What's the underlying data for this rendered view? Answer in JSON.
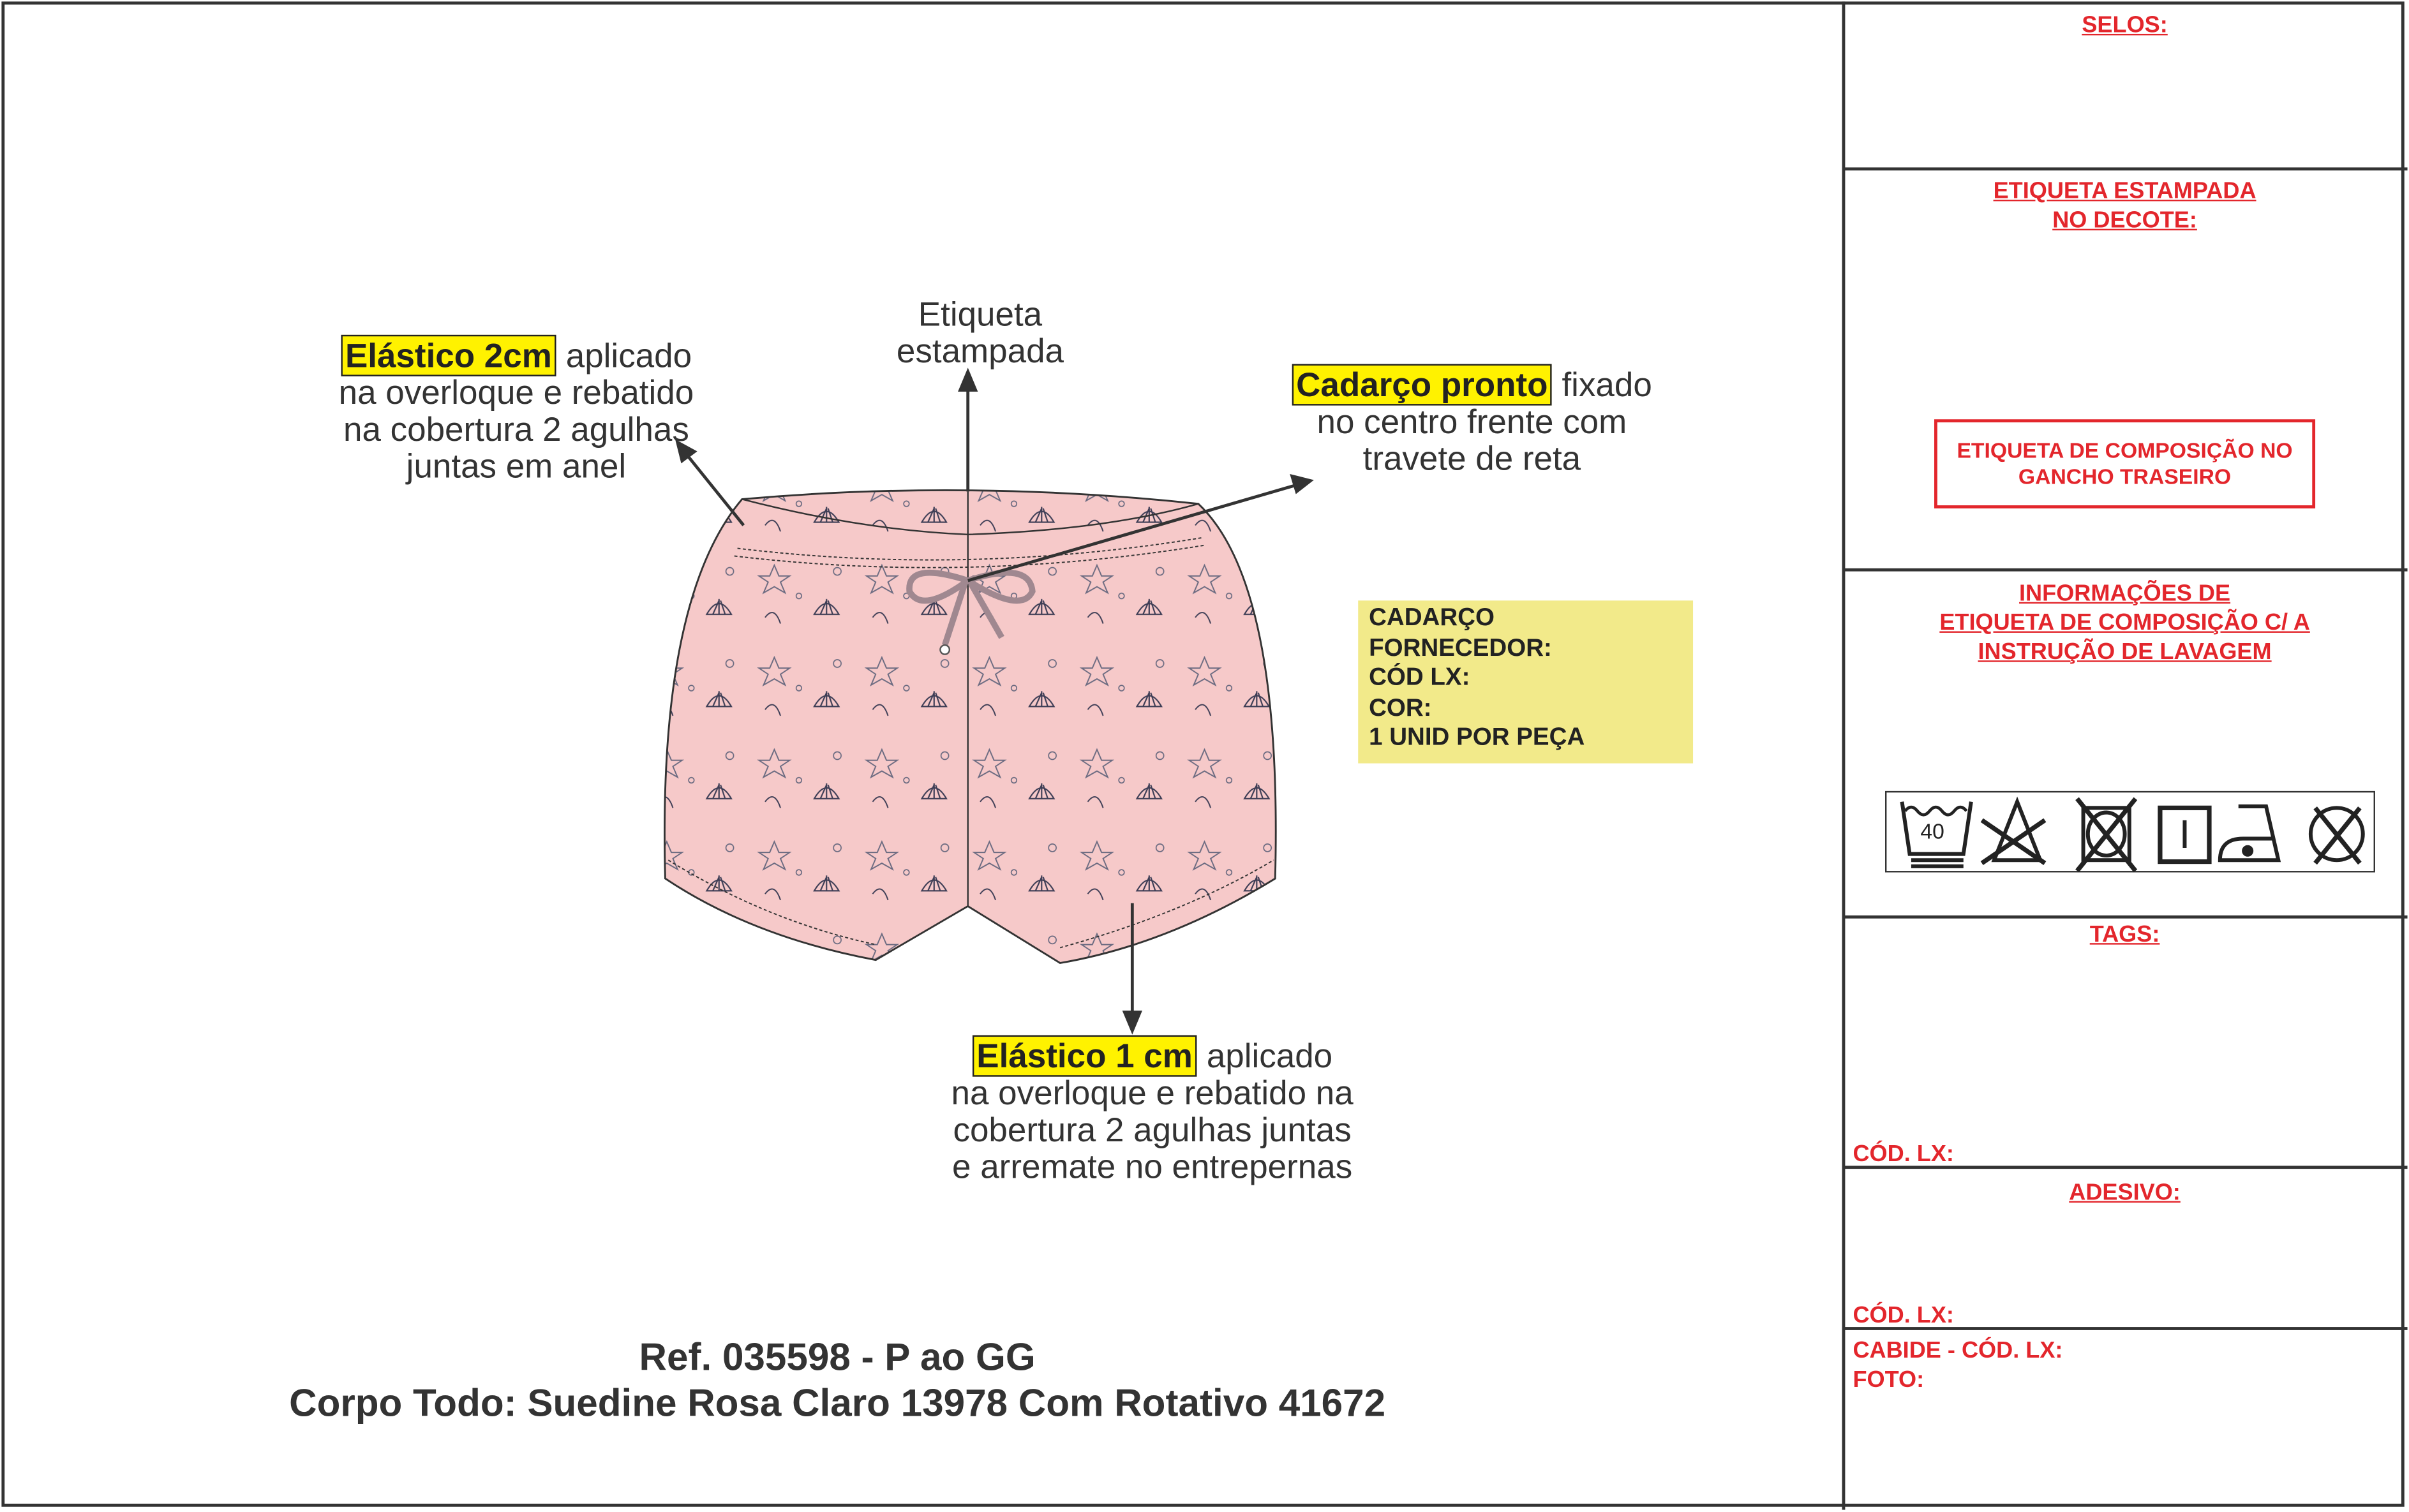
{
  "panel": {
    "selos": "SELOS:",
    "etiqueta_estampada": [
      "ETIQUETA ESTAMPADA",
      "NO DECOTE:"
    ],
    "composicao_box": [
      "ETIQUETA DE COMPOSIÇÃO NO",
      "GANCHO TRASEIRO"
    ],
    "informacoes": [
      "INFORMAÇÕES DE",
      "ETIQUETA DE COMPOSIÇÃO C/ A",
      "INSTRUÇÃO DE LAVAGEM"
    ],
    "care_symbols": [
      "wash-40-gentle-icon",
      "do-not-bleach-icon",
      "do-not-tumble-dry-icon",
      "line-dry-icon",
      "iron-low-icon",
      "do-not-dry-clean-icon"
    ],
    "care_wash_temp": "40",
    "tags": "TAGS:",
    "tags_cod": "CÓD. LX:",
    "adesivo": "ADESIVO:",
    "adesivo_cod": "CÓD. LX:",
    "cabide": "CABIDE - CÓD. LX:",
    "foto": "FOTO:"
  },
  "cadarco_box": [
    "CADARÇO",
    "FORNECEDOR:",
    "CÓD LX:",
    "COR:",
    "1 UNID POR PEÇA"
  ],
  "annotations": {
    "elastico2": {
      "highlight": "Elástico 2cm",
      "rest": " aplicado",
      "lines": [
        "na overloque e rebatido",
        "na cobertura 2 agulhas",
        "juntas em anel"
      ]
    },
    "etiqueta": [
      "Etiqueta",
      "estampada"
    ],
    "cadarco": {
      "highlight": "Cadarço pronto",
      "rest": " fixado",
      "lines": [
        "no centro frente com",
        "travete de reta"
      ]
    },
    "elastico1": {
      "highlight": "Elástico 1 cm",
      "rest": " aplicado",
      "lines": [
        "na overloque e rebatido na",
        "cobertura 2 agulhas juntas",
        "e arremate no entrepernas"
      ]
    }
  },
  "footer": {
    "ref": "Ref. 035598 - P ao GG",
    "body": "Corpo Todo: Suedine Rosa Claro 13978 Com Rotativo 41672"
  },
  "colors": {
    "accent_red": "#e3262c",
    "highlight": "#fff200",
    "note_box": "#f2ea8a",
    "fabric": "#f6c9c9"
  }
}
